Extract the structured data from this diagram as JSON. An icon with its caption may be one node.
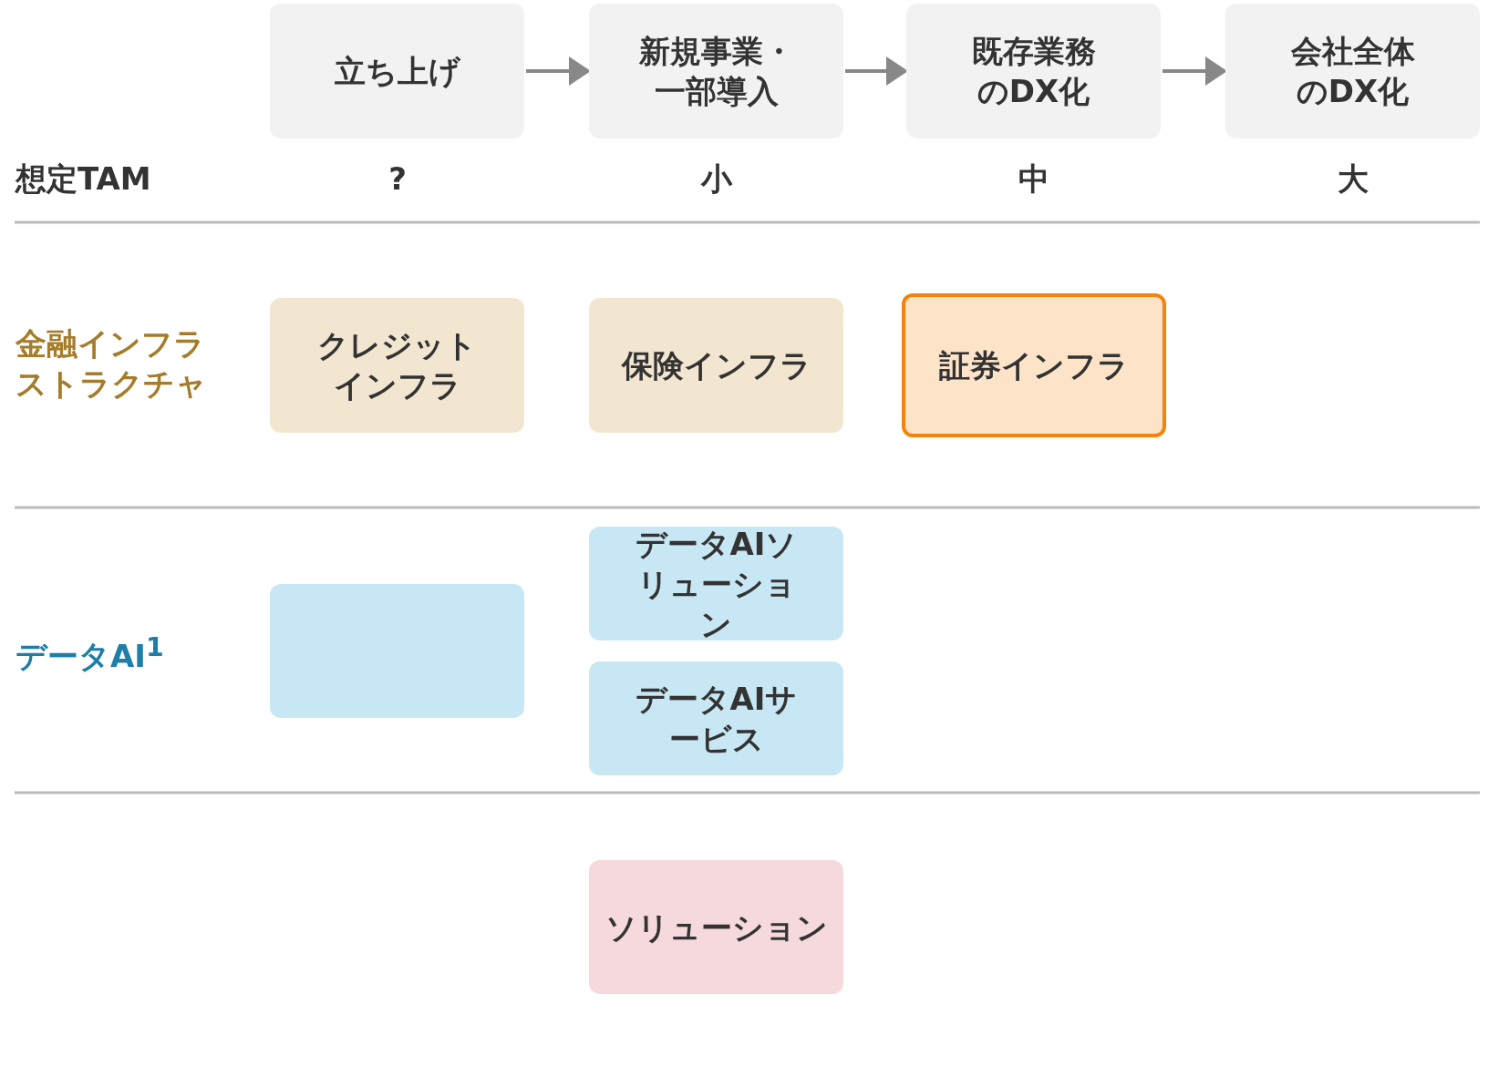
{
  "diagram": {
    "nodes": [
      {
        "text": [
          "立ち上げ"
        ]
      },
      {
        "text": [
          "新規事業・一部導入"
        ]
      },
      {
        "text": [
          "既存業務のDX化"
        ]
      },
      {
        "text": [
          "会社全体のDX化"
        ]
      },
      {
        "text": [
          "クレジットインフラ"
        ]
      },
      {
        "text": [
          "保険インフラ"
        ]
      },
      {
        "text": [
          "証券インフラ"
        ]
      },
      {
        "text": [],
        "shape": "box"
      },
      {
        "text": [
          "データAIソリューション"
        ]
      },
      {
        "text": [
          "データAIサービス"
        ]
      },
      {
        "text": [
          "ソリューション"
        ]
      }
    ],
    "edges": [
      {
        "from": 0,
        "to": 1,
        "arrow": "to"
      },
      {
        "from": 1,
        "to": 2,
        "arrow": "to"
      },
      {
        "from": 2,
        "to": 3,
        "arrow": "to"
      }
    ],
    "labels": [
      "想定TAM",
      "?",
      "小",
      "中",
      "大",
      "金融インフラストラクチャ",
      "データAI$^{1}$"
    ]
  }
}
